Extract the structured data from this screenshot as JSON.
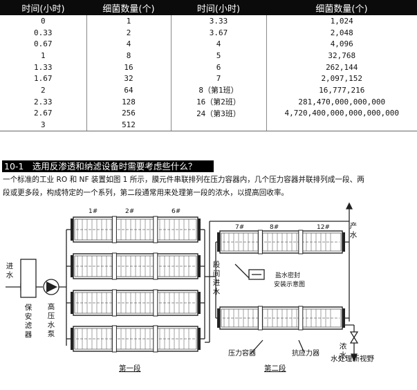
{
  "table": {
    "headers": [
      "时间(小时)",
      "细菌数量(个)",
      "时间(小时)",
      "细菌数量(个)"
    ],
    "rows": [
      [
        "0",
        "1",
        "3.33",
        "1,024"
      ],
      [
        "0.33",
        "2",
        "3.67",
        "2,048"
      ],
      [
        "0.67",
        "4",
        "4",
        "4,096"
      ],
      [
        "1",
        "8",
        "5",
        "32,768"
      ],
      [
        "1.33",
        "16",
        "6",
        "262,144"
      ],
      [
        "1.67",
        "32",
        "7",
        "2,097,152"
      ],
      [
        "2",
        "64",
        "8（第1班）",
        "16,777,216"
      ],
      [
        "2.33",
        "128",
        "16（第2班）",
        "281,470,000,000,000"
      ],
      [
        "2.67",
        "256",
        "24（第3班）",
        "4,720,400,000,000,000,000"
      ],
      [
        "3",
        "512",
        "",
        ""
      ]
    ]
  },
  "section": {
    "title": "10-1　选用反渗透和纳滤设备时需要考虑些什么？",
    "para_line1": "一个标准的工业 RO 和 NF 装置如图 1 所示，膜元件串联排列在压力容器内，几个压力容器并联排列成一段、两",
    "para_line2": "段或更多段，构成特定的一个系列，第二段通常用来处理第一段的浓水，以提高回收率。"
  },
  "diagram": {
    "inlet": "进水",
    "filter": "保安滤器",
    "pump": "高压水泵",
    "stage1_tubes": [
      "1#",
      "2#",
      "6#"
    ],
    "stage2_tubes": [
      "7#",
      "8#",
      "12#"
    ],
    "inter_stage": "段间进水",
    "seal": "盐水密封",
    "seal_note": "安装示意图",
    "product": "产水",
    "concentrate": "浓水",
    "vessel": "压力容器",
    "anti": "抗应力器",
    "stage1": "第一段",
    "stage2": "第二段",
    "watermark": "水处理新视野"
  }
}
